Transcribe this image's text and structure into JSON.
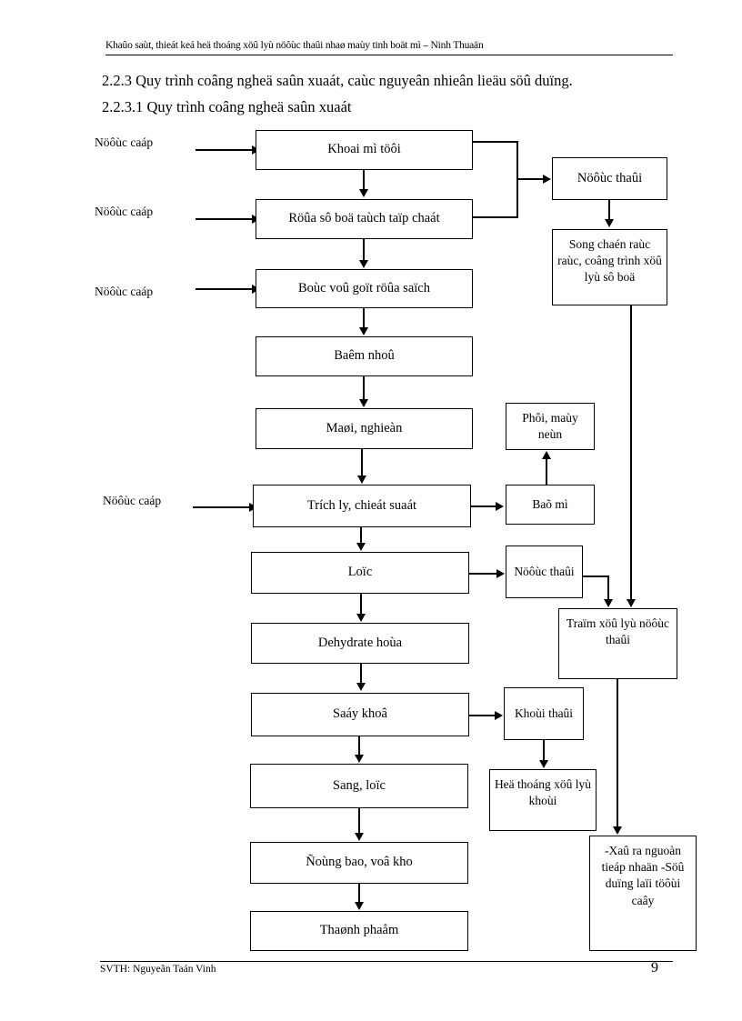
{
  "page": {
    "header_text": "Khaûo saùt, thieát keá heä thoáng xöû lyù nöôùc thaûi nhaø maùy tinh boät mì – Ninh Thuaän",
    "footer_author": "SVTH: Nguyeãn Taán Vinh",
    "page_number": "9"
  },
  "headings": {
    "section": "2.2.3 Quy trình coâng ngheä saûn xuaát, caùc nguyeân nhieân lieäu söû duïng.",
    "subsection": "2.2.3.1 Quy trình coâng ngheä saûn xuaát"
  },
  "flowchart": {
    "input_labels": [
      {
        "id": "water-1",
        "text": "Nöôùc caáp"
      },
      {
        "id": "water-2",
        "text": "Nöôùc caáp"
      },
      {
        "id": "water-3",
        "text": "Nöôùc caáp"
      },
      {
        "id": "water-4",
        "text": "Nöôùc caáp"
      }
    ],
    "main_nodes": [
      {
        "id": "khoai-mi-tuoi",
        "text": "Khoai mì töôi"
      },
      {
        "id": "rua-so-bo",
        "text": "Röûa sô boä taùch taïp chaát"
      },
      {
        "id": "boc-vo",
        "text": "Boùc voû goït röûa saïch"
      },
      {
        "id": "bam-nho",
        "text": "Baêm nhoû"
      },
      {
        "id": "mai-nghien",
        "text": "Maøi, nghieàn"
      },
      {
        "id": "trich-ly",
        "text": "Trích ly, chieát suaát"
      },
      {
        "id": "loc",
        "text": "Loïc"
      },
      {
        "id": "dehydrate",
        "text": "Dehydrate hoùa"
      },
      {
        "id": "say-kho",
        "text": "Saáy khoâ"
      },
      {
        "id": "sang-loc",
        "text": "Sang, loïc"
      },
      {
        "id": "dong-bao",
        "text": "Ñoùng bao, voâ kho"
      },
      {
        "id": "thanh-pham",
        "text": "Thaønh phaåm"
      }
    ],
    "side_nodes": [
      {
        "id": "nuoc-thai-1",
        "text": "Nöôùc thaûi"
      },
      {
        "id": "song-chan-rac",
        "text": "Song chaén raùc raùc, coâng trình xöû lyù sô boä"
      },
      {
        "id": "phoi-may-nen",
        "text": "Phôi, maùy neùn"
      },
      {
        "id": "ba-mi",
        "text": "Baõ mì"
      },
      {
        "id": "nuoc-thai-2",
        "text": "Nöôùc thaûi"
      },
      {
        "id": "tram-xu-ly",
        "text": "Traïm xöû lyù nöôùc thaûi"
      },
      {
        "id": "khoi-thai",
        "text": "Khoùi thaûi"
      },
      {
        "id": "he-thong-xu-ly-khoi",
        "text": "Heä thoáng xöû lyù khoùi"
      },
      {
        "id": "xa-ra-nguon",
        "text": "-Xaû ra nguoàn tieáp nhaän -Söû duïng laïi töôùi caây"
      }
    ]
  }
}
